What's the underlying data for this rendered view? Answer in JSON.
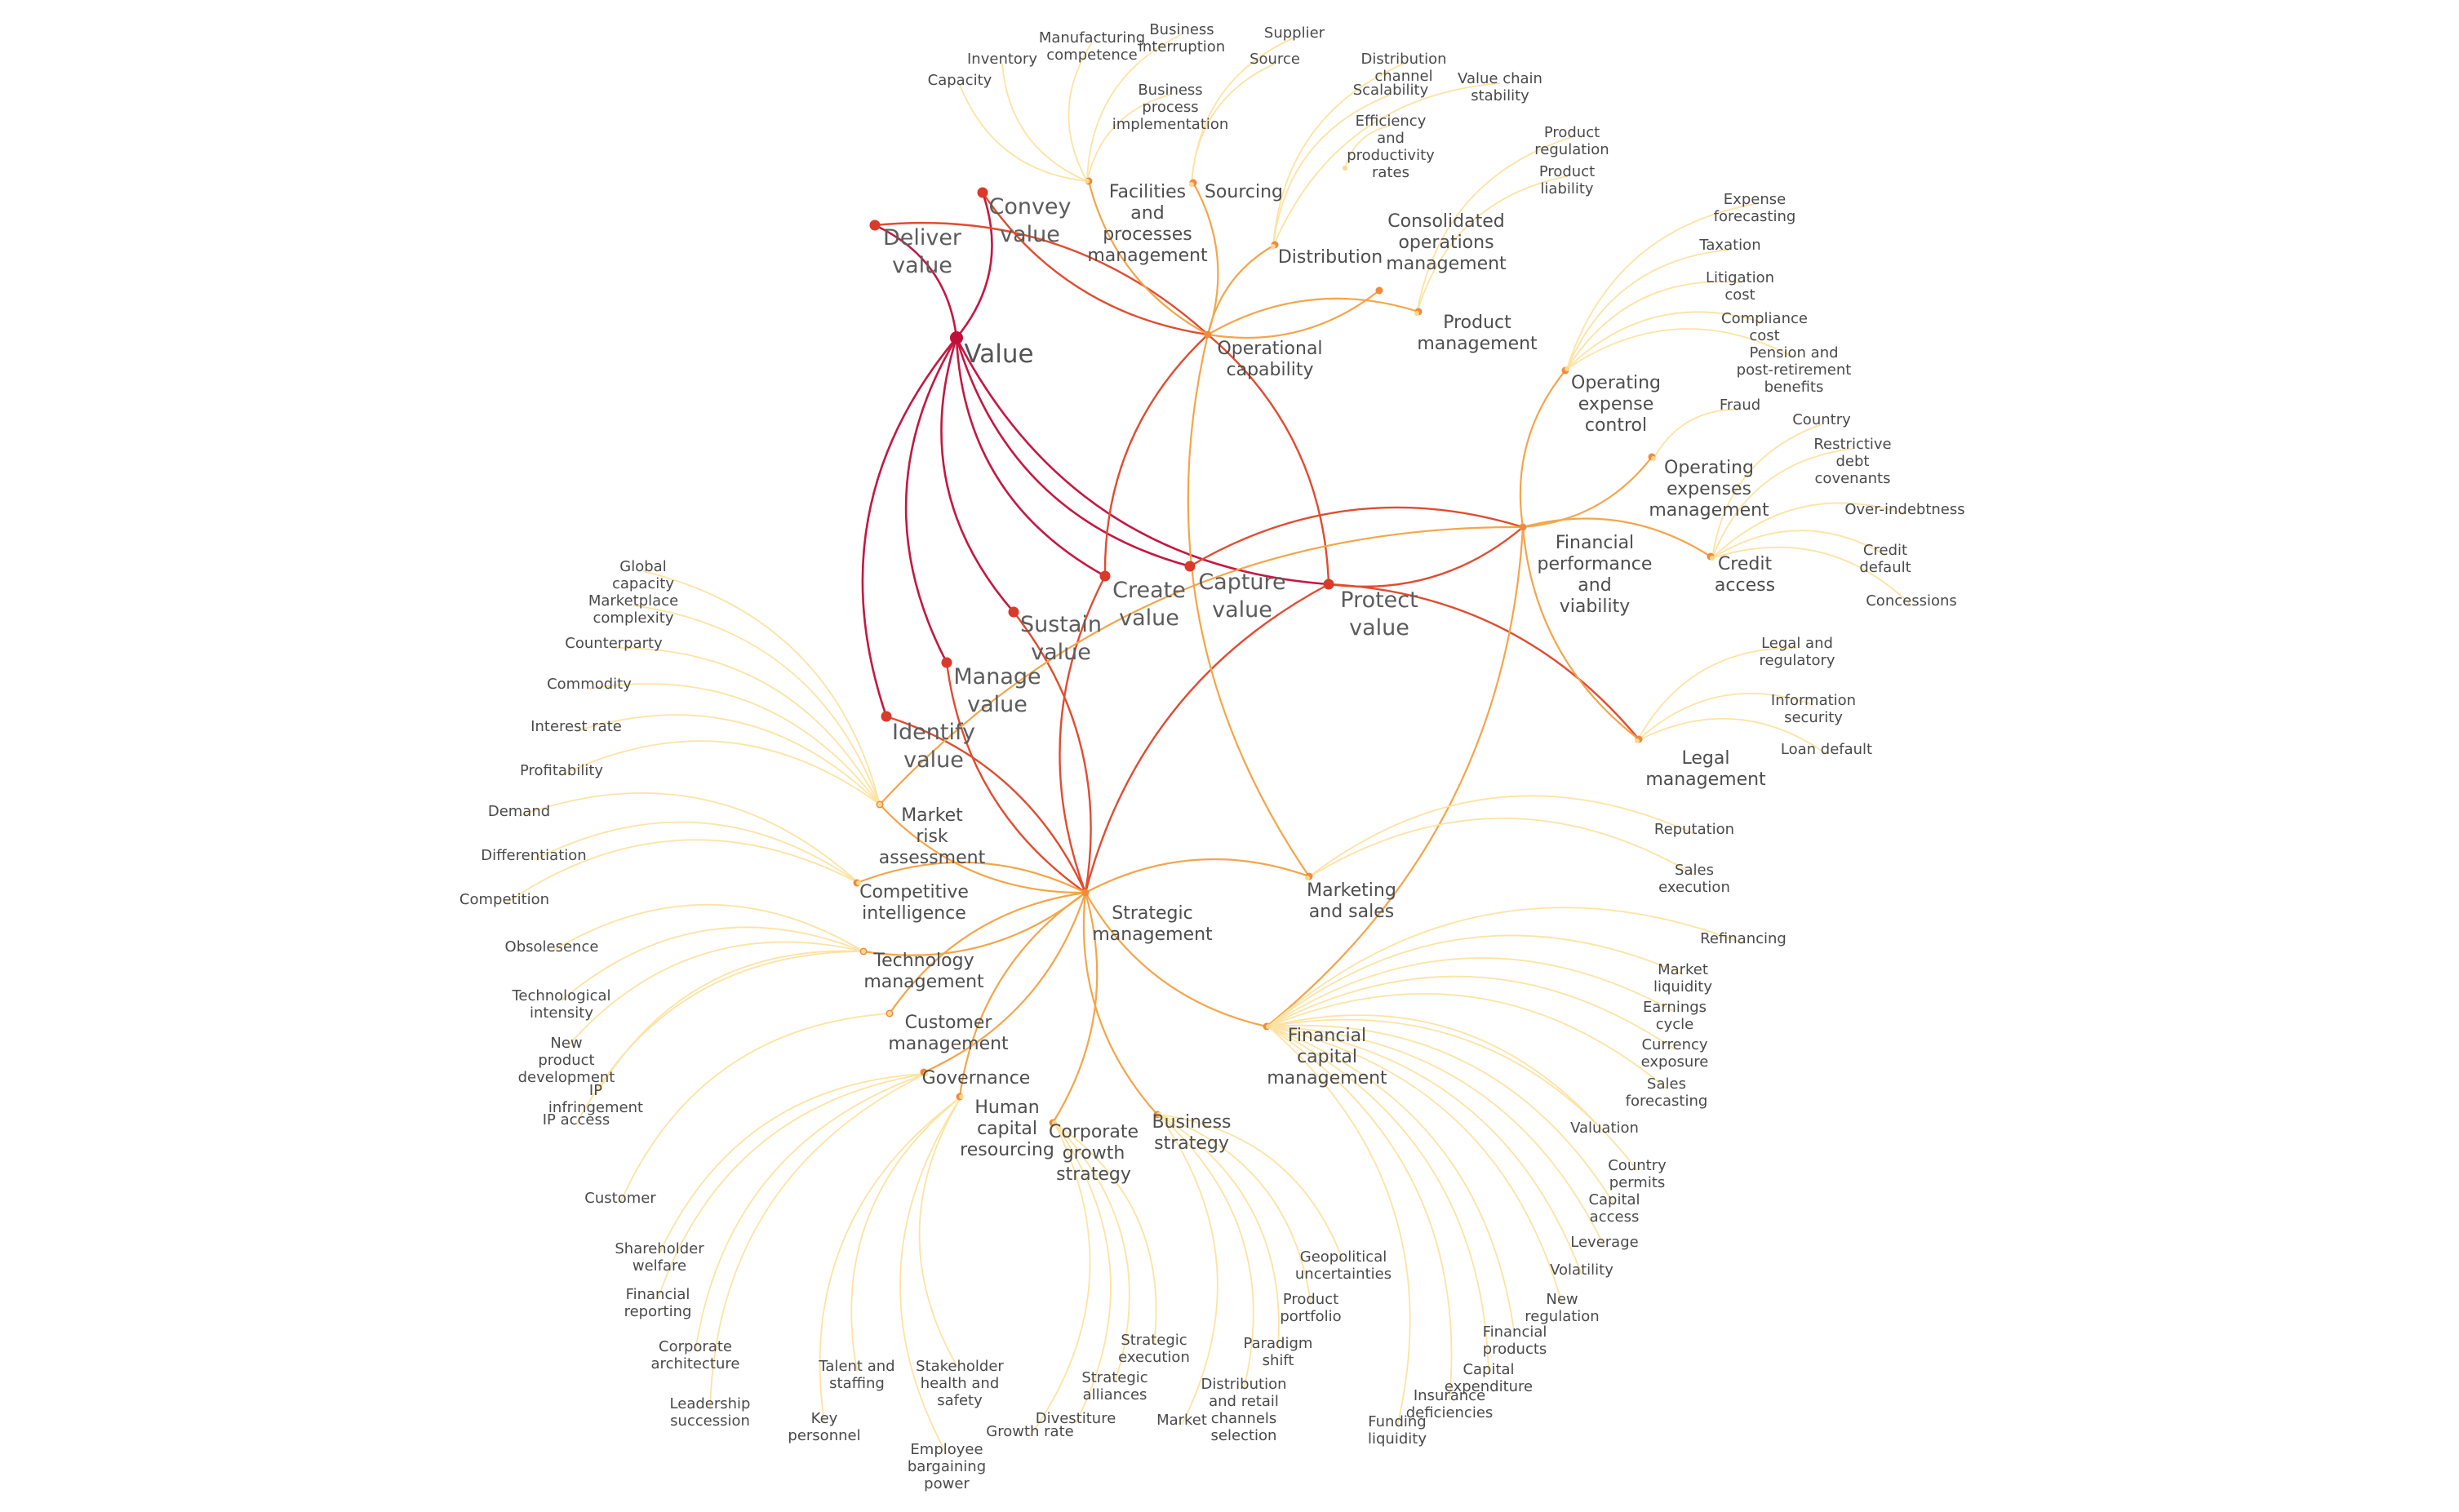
{
  "colors": {
    "root": "#c0103a",
    "level1": "#d93a2a",
    "level2": "#f08a3c",
    "leaf": "#fcd88a",
    "edge_root": "#c41842",
    "edge_l1": "#e04c30",
    "edge_l2": "#f4a54a",
    "edge_leaf": "#fde3a3"
  },
  "root": {
    "id": "value",
    "label": [
      "Value"
    ]
  },
  "level1": [
    {
      "id": "deliver",
      "label": [
        "Deliver",
        "value"
      ]
    },
    {
      "id": "convey",
      "label": [
        "Convey",
        "value"
      ]
    },
    {
      "id": "create",
      "label": [
        "Create",
        "value"
      ]
    },
    {
      "id": "capture",
      "label": [
        "Capture",
        "value"
      ]
    },
    {
      "id": "protect",
      "label": [
        "Protect",
        "value"
      ]
    },
    {
      "id": "sustain",
      "label": [
        "Sustain",
        "value"
      ]
    },
    {
      "id": "manage",
      "label": [
        "Manage",
        "value"
      ]
    },
    {
      "id": "identify",
      "label": [
        "Identify",
        "value"
      ]
    }
  ],
  "level2": [
    {
      "id": "opcap",
      "label": [
        "Operational",
        "capability"
      ]
    },
    {
      "id": "finperf",
      "label": [
        "Financial",
        "performance",
        "and",
        "viability"
      ]
    },
    {
      "id": "strat",
      "label": [
        "Strategic",
        "management"
      ]
    },
    {
      "id": "facilities",
      "label": [
        "Facilities",
        "and",
        "processes",
        "management"
      ]
    },
    {
      "id": "sourcing",
      "label": [
        "Sourcing"
      ]
    },
    {
      "id": "distribution",
      "label": [
        "Distribution"
      ]
    },
    {
      "id": "consolidated",
      "label": [
        "Consolidated",
        "operations",
        "management"
      ]
    },
    {
      "id": "productmgmt",
      "label": [
        "Product",
        "management"
      ]
    },
    {
      "id": "opexctrl",
      "label": [
        "Operating",
        "expense",
        "control"
      ]
    },
    {
      "id": "opexmgmt",
      "label": [
        "Operating",
        "expenses",
        "management"
      ]
    },
    {
      "id": "credit",
      "label": [
        "Credit",
        "access"
      ]
    },
    {
      "id": "legal",
      "label": [
        "Legal",
        "management"
      ]
    },
    {
      "id": "marketing",
      "label": [
        "Marketing",
        "and sales"
      ]
    },
    {
      "id": "fincap",
      "label": [
        "Financial",
        "capital",
        "management"
      ]
    },
    {
      "id": "marketrisk",
      "label": [
        "Market",
        "risk",
        "assessment"
      ]
    },
    {
      "id": "compintel",
      "label": [
        "Competitive",
        "intelligence"
      ]
    },
    {
      "id": "techmgmt",
      "label": [
        "Technology",
        "management"
      ]
    },
    {
      "id": "custmgmt",
      "label": [
        "Customer",
        "management"
      ]
    },
    {
      "id": "governance",
      "label": [
        "Governance"
      ]
    },
    {
      "id": "hcr",
      "label": [
        "Human",
        "capital",
        "resourcing"
      ]
    },
    {
      "id": "cgs",
      "label": [
        "Corporate",
        "growth",
        "strategy"
      ]
    },
    {
      "id": "bizstrat",
      "label": [
        "Business",
        "strategy"
      ]
    }
  ],
  "leaves": [
    {
      "parent": "facilities",
      "label": [
        "Capacity"
      ]
    },
    {
      "parent": "facilities",
      "label": [
        "Inventory"
      ]
    },
    {
      "parent": "facilities",
      "label": [
        "Manufacturing",
        "competence"
      ]
    },
    {
      "parent": "facilities",
      "label": [
        "Business",
        "interruption"
      ]
    },
    {
      "parent": "facilities",
      "label": [
        "Business",
        "process",
        "implementation"
      ]
    },
    {
      "parent": "sourcing",
      "label": [
        "Supplier"
      ]
    },
    {
      "parent": "sourcing",
      "label": [
        "Source"
      ]
    },
    {
      "parent": "distribution",
      "label": [
        "Distribution",
        "channel"
      ]
    },
    {
      "parent": "distribution",
      "label": [
        "Scalability"
      ]
    },
    {
      "parent": "distribution",
      "label": [
        "Value chain",
        "stability"
      ]
    },
    {
      "parent": "consolidated",
      "label": [
        "Efficiency",
        "and",
        "productivity",
        "rates"
      ]
    },
    {
      "parent": "productmgmt",
      "label": [
        "Product",
        "regulation"
      ]
    },
    {
      "parent": "productmgmt",
      "label": [
        "Product",
        "liability"
      ]
    },
    {
      "parent": "opexctrl",
      "label": [
        "Expense",
        "forecasting"
      ]
    },
    {
      "parent": "opexctrl",
      "label": [
        "Taxation"
      ]
    },
    {
      "parent": "opexctrl",
      "label": [
        "Litigation",
        "cost"
      ]
    },
    {
      "parent": "opexctrl",
      "label": [
        "Compliance",
        "cost"
      ]
    },
    {
      "parent": "opexctrl",
      "label": [
        "Pension and",
        "post-retirement",
        "benefits"
      ]
    },
    {
      "parent": "opexmgmt",
      "label": [
        "Fraud"
      ]
    },
    {
      "parent": "credit",
      "label": [
        "Country"
      ]
    },
    {
      "parent": "credit",
      "label": [
        "Restrictive",
        "debt",
        "covenants"
      ]
    },
    {
      "parent": "credit",
      "label": [
        "Over-indebtness"
      ]
    },
    {
      "parent": "credit",
      "label": [
        "Credit",
        "default"
      ]
    },
    {
      "parent": "credit",
      "label": [
        "Concessions"
      ]
    },
    {
      "parent": "legal",
      "label": [
        "Legal and",
        "regulatory"
      ]
    },
    {
      "parent": "legal",
      "label": [
        "Information",
        "security"
      ]
    },
    {
      "parent": "legal",
      "label": [
        "Loan default"
      ]
    },
    {
      "parent": "marketing",
      "label": [
        "Reputation"
      ]
    },
    {
      "parent": "marketing",
      "label": [
        "Sales",
        "execution"
      ]
    },
    {
      "parent": "fincap",
      "label": [
        "Refinancing"
      ]
    },
    {
      "parent": "fincap",
      "label": [
        "Market",
        "liquidity"
      ]
    },
    {
      "parent": "fincap",
      "label": [
        "Earnings",
        "cycle"
      ]
    },
    {
      "parent": "fincap",
      "label": [
        "Currency",
        "exposure"
      ]
    },
    {
      "parent": "fincap",
      "label": [
        "Sales",
        "forecasting"
      ]
    },
    {
      "parent": "fincap",
      "label": [
        "Valuation"
      ]
    },
    {
      "parent": "fincap",
      "label": [
        "Country",
        "permits"
      ]
    },
    {
      "parent": "fincap",
      "label": [
        "Capital",
        "access"
      ]
    },
    {
      "parent": "fincap",
      "label": [
        "Leverage"
      ]
    },
    {
      "parent": "fincap",
      "label": [
        "Volatility"
      ]
    },
    {
      "parent": "fincap",
      "label": [
        "New",
        "regulation"
      ]
    },
    {
      "parent": "fincap",
      "label": [
        "Financial",
        "products"
      ]
    },
    {
      "parent": "fincap",
      "label": [
        "Capital",
        "expenditure"
      ]
    },
    {
      "parent": "fincap",
      "label": [
        "Insurance",
        "deficiencies"
      ]
    },
    {
      "parent": "fincap",
      "label": [
        "Funding",
        "liquidity"
      ]
    },
    {
      "parent": "bizstrat",
      "label": [
        "Geopolitical",
        "uncertainties"
      ]
    },
    {
      "parent": "bizstrat",
      "label": [
        "Product",
        "portfolio"
      ]
    },
    {
      "parent": "bizstrat",
      "label": [
        "Paradigm",
        "shift"
      ]
    },
    {
      "parent": "bizstrat",
      "label": [
        "Distribution",
        "and retail",
        "channels",
        "selection"
      ]
    },
    {
      "parent": "bizstrat",
      "label": [
        "Market"
      ]
    },
    {
      "parent": "cgs",
      "label": [
        "Strategic",
        "execution"
      ]
    },
    {
      "parent": "cgs",
      "label": [
        "Strategic",
        "alliances"
      ]
    },
    {
      "parent": "cgs",
      "label": [
        "Divestiture"
      ]
    },
    {
      "parent": "cgs",
      "label": [
        "Growth rate"
      ]
    },
    {
      "parent": "hcr",
      "label": [
        "Employee",
        "bargaining",
        "power"
      ]
    },
    {
      "parent": "hcr",
      "label": [
        "Stakeholder",
        "health and",
        "safety"
      ]
    },
    {
      "parent": "hcr",
      "label": [
        "Key",
        "personnel"
      ]
    },
    {
      "parent": "hcr",
      "label": [
        "Talent and",
        "staffing"
      ]
    },
    {
      "parent": "governance",
      "label": [
        "Leadership",
        "succession"
      ]
    },
    {
      "parent": "governance",
      "label": [
        "Corporate",
        "architecture"
      ]
    },
    {
      "parent": "governance",
      "label": [
        "Financial",
        "reporting"
      ]
    },
    {
      "parent": "governance",
      "label": [
        "Shareholder",
        "welfare"
      ]
    },
    {
      "parent": "custmgmt",
      "label": [
        "Customer"
      ]
    },
    {
      "parent": "techmgmt",
      "label": [
        "IP access"
      ]
    },
    {
      "parent": "techmgmt",
      "label": [
        "IP",
        "infringement"
      ]
    },
    {
      "parent": "techmgmt",
      "label": [
        "New",
        "product",
        "development"
      ]
    },
    {
      "parent": "techmgmt",
      "label": [
        "Technological",
        "intensity"
      ]
    },
    {
      "parent": "techmgmt",
      "label": [
        "Obsolesence"
      ]
    },
    {
      "parent": "compintel",
      "label": [
        "Competition"
      ]
    },
    {
      "parent": "compintel",
      "label": [
        "Differentiation"
      ]
    },
    {
      "parent": "compintel",
      "label": [
        "Demand"
      ]
    },
    {
      "parent": "marketrisk",
      "label": [
        "Profitability"
      ]
    },
    {
      "parent": "marketrisk",
      "label": [
        "Interest rate"
      ]
    },
    {
      "parent": "marketrisk",
      "label": [
        "Commodity"
      ]
    },
    {
      "parent": "marketrisk",
      "label": [
        "Counterparty"
      ]
    },
    {
      "parent": "marketrisk",
      "label": [
        "Marketplace",
        "complexity"
      ]
    },
    {
      "parent": "marketrisk",
      "label": [
        "Global",
        "capacity"
      ]
    }
  ],
  "edges": [
    [
      "value",
      "deliver"
    ],
    [
      "value",
      "convey"
    ],
    [
      "value",
      "create"
    ],
    [
      "value",
      "capture"
    ],
    [
      "value",
      "protect"
    ],
    [
      "value",
      "sustain"
    ],
    [
      "value",
      "manage"
    ],
    [
      "value",
      "identify"
    ],
    [
      "deliver",
      "opcap"
    ],
    [
      "convey",
      "opcap"
    ],
    [
      "create",
      "opcap"
    ],
    [
      "protect",
      "opcap"
    ],
    [
      "capture",
      "finperf"
    ],
    [
      "protect",
      "finperf"
    ],
    [
      "protect",
      "legal"
    ],
    [
      "protect",
      "strat"
    ],
    [
      "sustain",
      "strat"
    ],
    [
      "manage",
      "strat"
    ],
    [
      "identify",
      "strat"
    ],
    [
      "create",
      "strat"
    ],
    [
      "opcap",
      "facilities"
    ],
    [
      "opcap",
      "sourcing"
    ],
    [
      "opcap",
      "distribution"
    ],
    [
      "opcap",
      "consolidated"
    ],
    [
      "opcap",
      "productmgmt"
    ],
    [
      "opcap",
      "marketing"
    ],
    [
      "finperf",
      "opexctrl"
    ],
    [
      "finperf",
      "opexmgmt"
    ],
    [
      "finperf",
      "credit"
    ],
    [
      "finperf",
      "legal"
    ],
    [
      "finperf",
      "fincap"
    ],
    [
      "finperf",
      "marketrisk"
    ],
    [
      "strat",
      "marketrisk"
    ],
    [
      "strat",
      "compintel"
    ],
    [
      "strat",
      "techmgmt"
    ],
    [
      "strat",
      "custmgmt"
    ],
    [
      "strat",
      "governance"
    ],
    [
      "strat",
      "hcr"
    ],
    [
      "strat",
      "cgs"
    ],
    [
      "strat",
      "bizstrat"
    ],
    [
      "strat",
      "marketing"
    ],
    [
      "strat",
      "fincap"
    ]
  ]
}
